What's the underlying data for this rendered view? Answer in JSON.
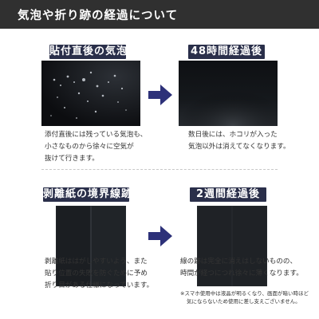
{
  "header": {
    "title": "気泡や折り跡の経過について",
    "bg_color": "#303030"
  },
  "tag_color": "#2a2f4a",
  "arrow_color": "#2d3179",
  "top_section": {
    "left": {
      "label": "貼付直後の気泡",
      "caption_lines": [
        "添付直後には残っている気泡も、",
        "小さなものから徐々に空気が",
        "抜けて行きます。"
      ]
    },
    "right": {
      "label": "48時間経過後",
      "caption_lines": [
        "数日後には、ホコリが入った",
        "気泡以外は消えてなくなります。"
      ]
    }
  },
  "bottom_section": {
    "left": {
      "label": "剥離紙の境界線跡",
      "caption_lines": [
        "剥離紙ははがしやすいよう、また",
        "貼り位置の失敗を防ぐために予め",
        "折り目がある仕様になっています。"
      ]
    },
    "right": {
      "label": "2週間経過後",
      "caption_lines": [
        "線の跡は完全に消えはしないものの、",
        "時間が経つにつれ徐々に薄くなります。"
      ],
      "note_lines": [
        "※スマホ使用中は液晶が明るくなり、画面が暗い時ほど",
        "気にならないため使用に差し支えございません。"
      ]
    }
  },
  "icons": {
    "arrow_top": "right-arrow-icon",
    "arrow_bottom": "right-arrow-icon"
  }
}
